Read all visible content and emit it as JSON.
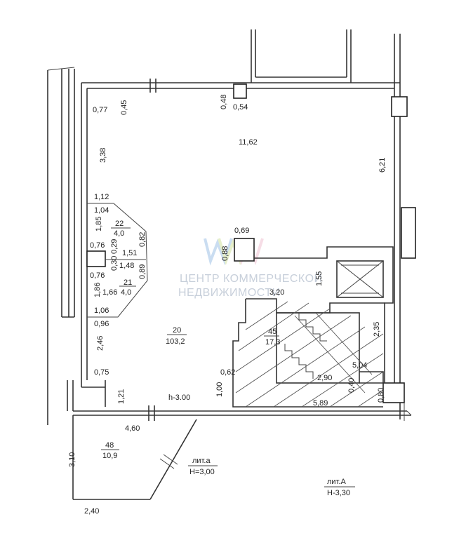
{
  "plan": {
    "labels": {
      "d_077": "0,77",
      "d_045": "0,45",
      "d_048": "0,48",
      "d_054": "0,54",
      "d_338": "3,38",
      "d_1162": "11,62",
      "d_621": "6,21",
      "d_112": "1,12",
      "d_104": "1,04",
      "d_185": "1,85",
      "r22_num": "22",
      "r22_area": "4,0",
      "d_082": "0,82",
      "d_069": "0,69",
      "d_076a": "0,76",
      "d_029": "0,29",
      "d_151": "1,51",
      "d_030": "0,30",
      "d_088": "0,88",
      "d_076b": "0,76",
      "d_148": "1,48",
      "d_089": "0,89",
      "d_155": "1,55",
      "r21_num": "21",
      "r21_area": "4,0",
      "d_186": "1,86",
      "d_166": "1,66",
      "d_320": "3,20",
      "d_106": "1,06",
      "d_096": "0,96",
      "d_235": "2,35",
      "r45_num": "45",
      "r45_area": "17,3",
      "r20_num": "20",
      "r20_area": "103,2",
      "d_246": "2,46",
      "d_504": "5,04",
      "d_075": "0,75",
      "d_062": "0,62",
      "d_290": "2,90",
      "d_040": "0,40",
      "d_100": "1,00",
      "d_121": "1,21",
      "h_main": "h-3.00",
      "d_589": "5,89",
      "d_080": "0,80",
      "d_460": "4,60",
      "r48_num": "48",
      "r48_area": "10,9",
      "d_310": "3,10",
      "lit_a": "лит.а",
      "h_a": "Н=3,00",
      "lit_A": "лит.А",
      "h_A": "Н-3,30",
      "d_240": "2,40"
    },
    "watermark": {
      "line1": "ЦЕНТР КОММЕРЧЕСКОЙ",
      "line2": "НЕДВИЖИМОСТИ"
    }
  }
}
